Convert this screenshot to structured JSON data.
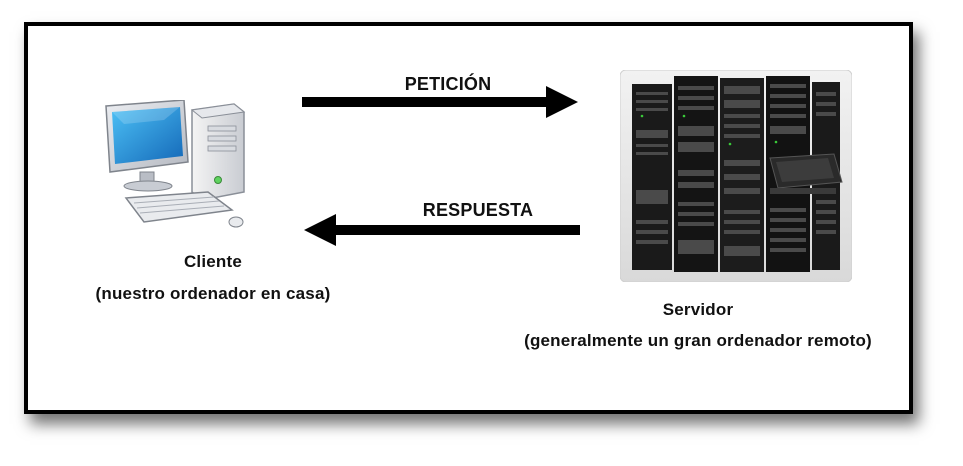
{
  "arrows": {
    "request_label": "PETICIÓN",
    "response_label": "RESPUESTA"
  },
  "client": {
    "title": "Cliente",
    "subtitle": "(nuestro ordenador en casa)",
    "icon": "desktop-computer-icon"
  },
  "server": {
    "title": "Servidor",
    "subtitle": "(generalmente un gran ordenador remoto)",
    "icon": "server-rack-icon"
  },
  "colors": {
    "border": "#000000",
    "arrow": "#000000",
    "text": "#111111",
    "screen": "#2f9be0"
  }
}
